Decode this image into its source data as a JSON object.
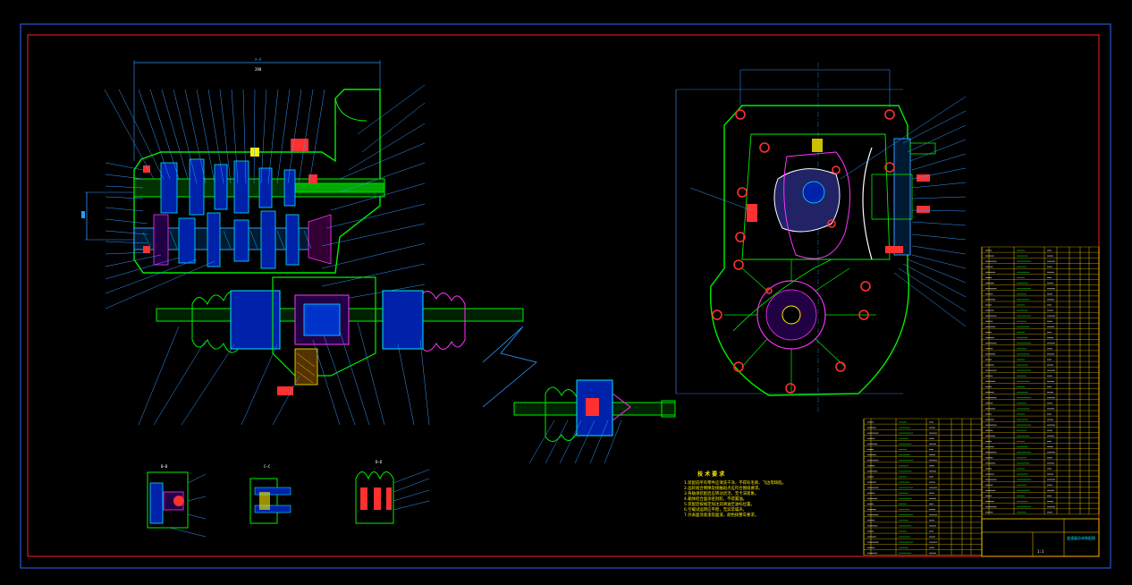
{
  "colors": {
    "background": "#000000",
    "outer_frame": "#3366ff",
    "inner_frame": "#ff2020",
    "outline_green": "#00ee00",
    "leader_blue": "#3399ff",
    "hatch_cyan": "#00e5ff",
    "detail_magenta": "#ff33ff",
    "text_yellow": "#ffee00",
    "bolt_red": "#ff3030",
    "table_line": "#ffd400",
    "white": "#ffffff"
  },
  "section_labels": [
    "A—A",
    "B—B",
    "C—C",
    "D—D"
  ],
  "technical_requirements": {
    "title": "技 术 要 求",
    "lines": [
      "1.装配前所有零件应清洗干净，不得有毛刺、飞边等缺陷。",
      "2.齿轮啮合侧隙及接触斑点应符合图纸要求。",
      "3.各轴承装配后应转动灵活，无卡滞现象。",
      "4.箱体结合面涂密封胶，不得漏油。",
      "5.装配后按规定加注润滑油至油标位置。",
      "6.空载试运转应平稳，无异常噪声。",
      "7.外表面涂底漆及面漆，颜色按整车要求。"
    ]
  },
  "title_block": {
    "drawing_title": "变速器总成装配图",
    "scale": "1:1"
  }
}
